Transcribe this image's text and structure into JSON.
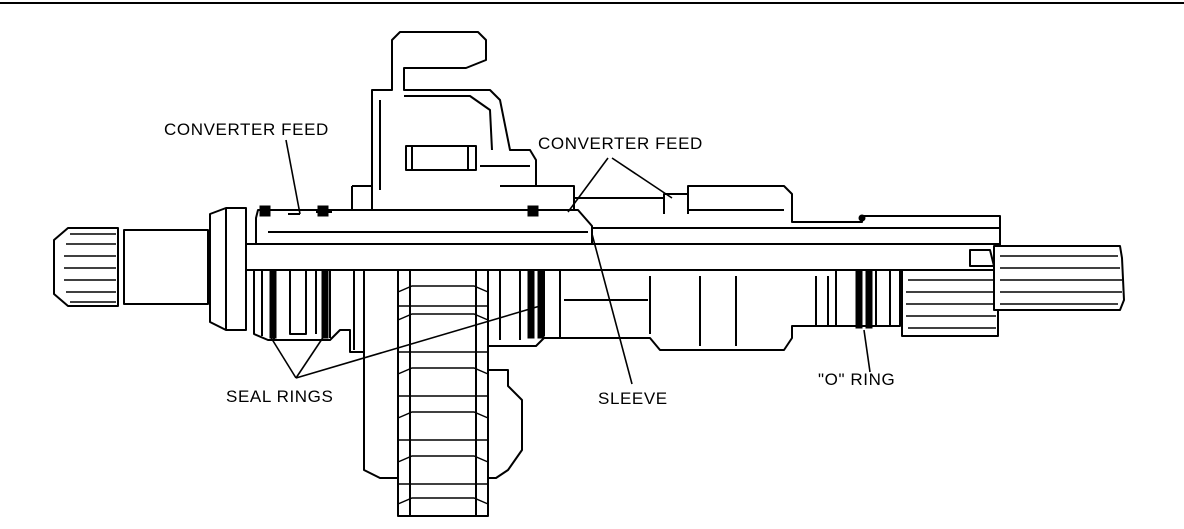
{
  "labels": {
    "converter_feed_left": "CONVERTER FEED",
    "converter_feed_right": "CONVERTER FEED",
    "seal_rings": "SEAL RINGS",
    "sleeve": "SLEEVE",
    "o_ring": "\"O\" RING"
  },
  "colors": {
    "ink": "#000000",
    "paper": "#ffffff"
  }
}
